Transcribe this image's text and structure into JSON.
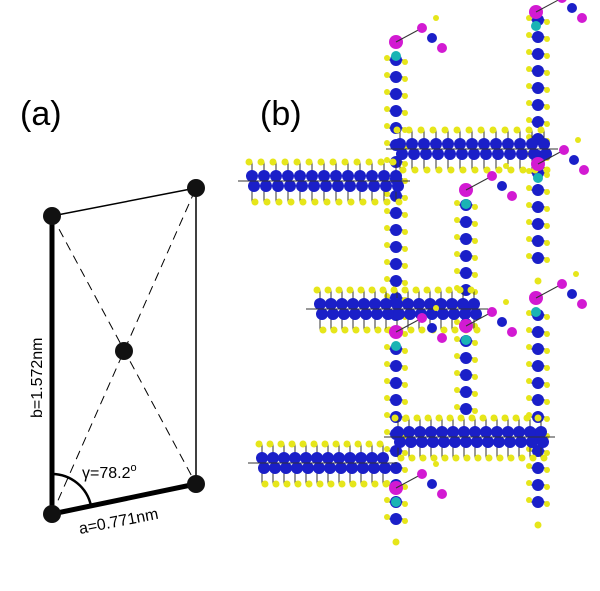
{
  "panel_a": {
    "label": "(a)",
    "gamma_symbol": "γ",
    "gamma_value": "=78.2",
    "gamma_degree": "o",
    "side_a": "a=0.771nm",
    "side_b": "b=1.572nm"
  },
  "panel_b": {
    "label": "(b)"
  },
  "colors": {
    "ring_atom": "#1a1fc8",
    "hydrogen_atom": "#e6e61a",
    "metal_atom": "#d21ad2",
    "nitrogen_atom": "#1ab4b4",
    "lattice_point": "#111111",
    "bond": "#333333"
  }
}
